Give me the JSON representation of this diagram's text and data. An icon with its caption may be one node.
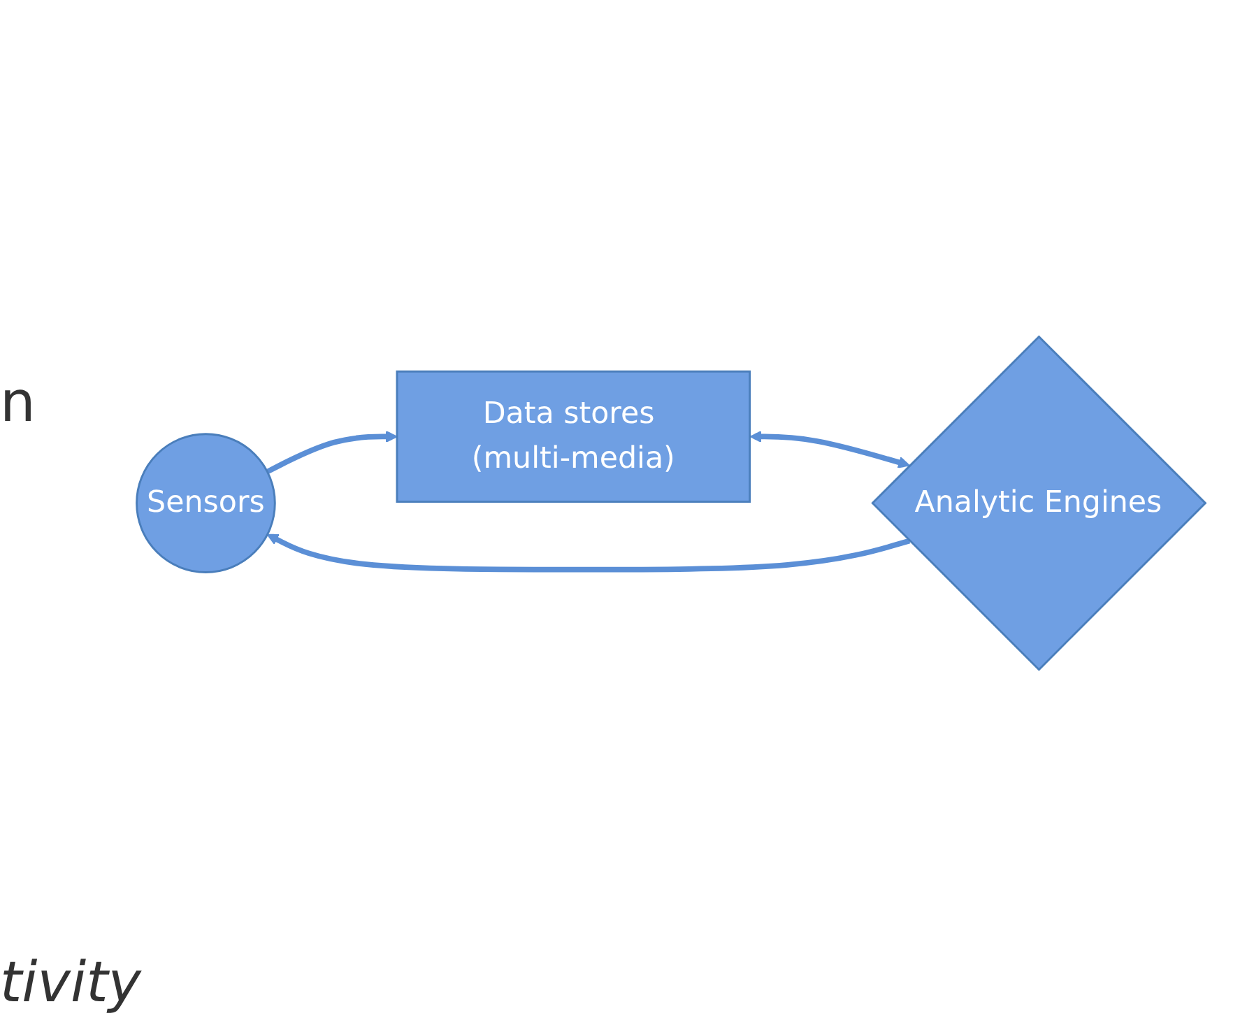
{
  "diagram": {
    "nodes": [
      {
        "text": [
          "Sensors"
        ]
      },
      {
        "text": [
          "Data stores (multi-media)"
        ]
      },
      {
        "text": [
          "Analytic Engines"
        ]
      }
    ],
    "edges": [
      {
        "from": 2,
        "to": 0,
        "arrow": "to"
      },
      {
        "from": 0,
        "to": 1,
        "arrow": "to"
      },
      {
        "from": 1,
        "to": 2,
        "arrow": "both"
      }
    ],
    "labels": [
      "n",
      "tivity"
    ]
  }
}
